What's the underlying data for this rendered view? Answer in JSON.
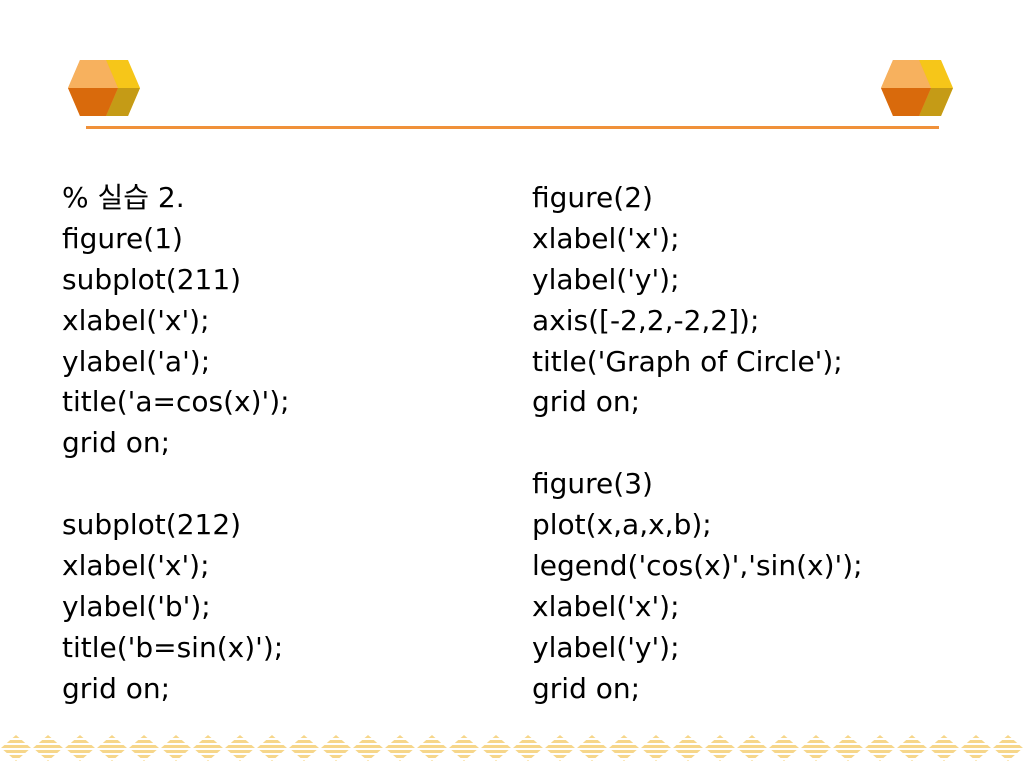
{
  "slide": {
    "left_code": [
      "% 실습 2.",
      "figure(1)",
      "subplot(211)",
      "xlabel('x');",
      "ylabel('a');",
      "title('a=cos(x)');",
      "grid on;",
      "",
      "subplot(212)",
      "xlabel('x');",
      "ylabel('b');",
      "title('b=sin(x)');",
      "grid on;"
    ],
    "right_code": [
      "figure(2)",
      "xlabel('x');",
      "ylabel('y');",
      "axis([-2,2,-2,2]);",
      "title('Graph of Circle');",
      "grid on;",
      "",
      "figure(3)",
      "plot(x,a,x,b);",
      "legend('cos(x)','sin(x)');",
      "xlabel('x');",
      "ylabel('y');",
      "grid on;"
    ]
  },
  "colors": {
    "accent_orange": "#f0913a",
    "cube_orange_light": "#f4a24a",
    "cube_orange_dark": "#d96a0c",
    "cube_yellow": "#f6c619",
    "cube_olive": "#c59b16",
    "footer_diamond": "#f6d68a"
  },
  "decorations": {
    "header_icon": "stacked-cubes-icon",
    "footer_pattern": "diamond-stripe-pattern"
  }
}
